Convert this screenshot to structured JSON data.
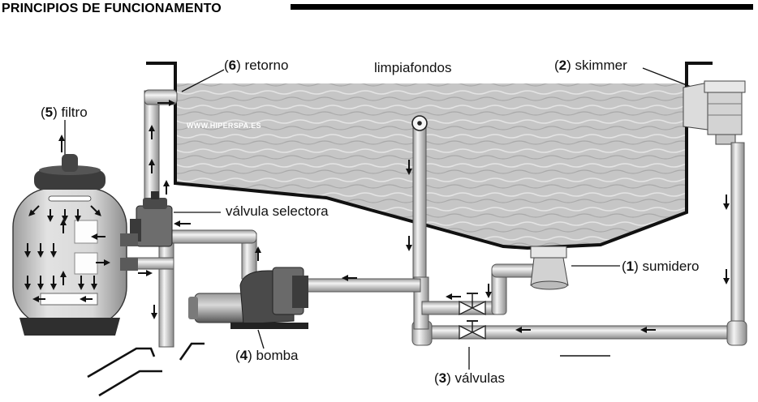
{
  "title": "PRINCIPIOS DE FUNCIONAMENTO",
  "watermark": "WWW.HIPERSPA.ES",
  "components": {
    "retorno": {
      "num": "6",
      "label": "retorno"
    },
    "limpiafondos": {
      "label": "limpiafondos"
    },
    "skimmer": {
      "num": "2",
      "label": "skimmer"
    },
    "filtro": {
      "num": "5",
      "label": "filtro"
    },
    "valvula_selectora": {
      "label": "válvula selectora"
    },
    "sumidero": {
      "num": "1",
      "label": "sumidero"
    },
    "bomba": {
      "num": "4",
      "label": "bomba"
    },
    "valvulas": {
      "num": "3",
      "label": "válvulas"
    }
  },
  "colors": {
    "water": "#c8c8c8",
    "pool_wall": "#111111",
    "pipe": "#ededed",
    "pipe_edge": "#555555",
    "filter_body": "#d6d6d6",
    "filter_base": "#2e2e2e",
    "arrow": "#111111"
  }
}
